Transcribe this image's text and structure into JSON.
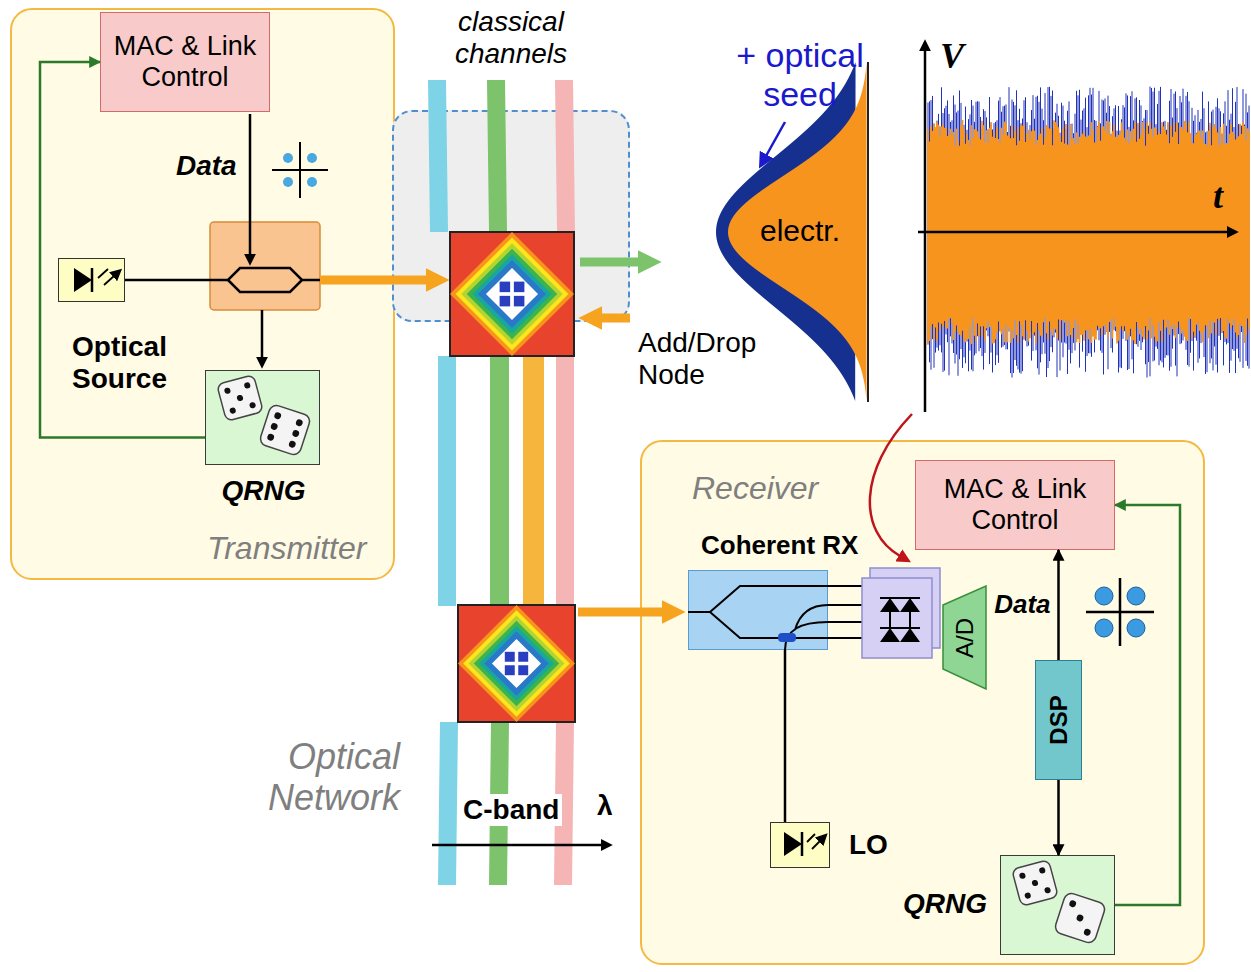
{
  "diagram": {
    "nodes": [
      {
        "text": [
          "Transmitter"
        ]
      },
      {
        "text": [
          "MAC & Link Control"
        ],
        "in": 0
      },
      {
        "text": [
          "Optical Source"
        ],
        "in": 0
      },
      {
        "text": [
          "QRNG"
        ],
        "in": 0
      },
      {
        "text": [
          "Add/Drop Node"
        ]
      },
      {
        "text": [
          "Receiver"
        ]
      },
      {
        "text": [
          "MAC & Link Control"
        ],
        "in": 5
      },
      {
        "text": [
          "Coherent RX"
        ],
        "in": 5
      },
      {
        "text": [
          "A/D"
        ],
        "in": 5
      },
      {
        "text": [
          "DSP"
        ],
        "in": 5
      },
      {
        "text": [
          "LO"
        ],
        "in": 5
      },
      {
        "text": [
          "QRNG"
        ],
        "in": 5
      }
    ],
    "edges": [
      {
        "from": 3,
        "to": 1,
        "arrow": "to"
      },
      {
        "from": 9,
        "to": 6,
        "label": "Data",
        "arrow": "to"
      },
      {
        "from": 9,
        "to": 11,
        "arrow": "to"
      },
      {
        "from": 11,
        "to": 6,
        "arrow": "to"
      },
      {
        "from": 10,
        "to": 7,
        "arrow": "none"
      }
    ],
    "labels": [
      "classical channels",
      "Data",
      "+ optical seed",
      "electr.",
      "V",
      "t",
      "Optical Network",
      "C-band",
      "λ"
    ]
  }
}
